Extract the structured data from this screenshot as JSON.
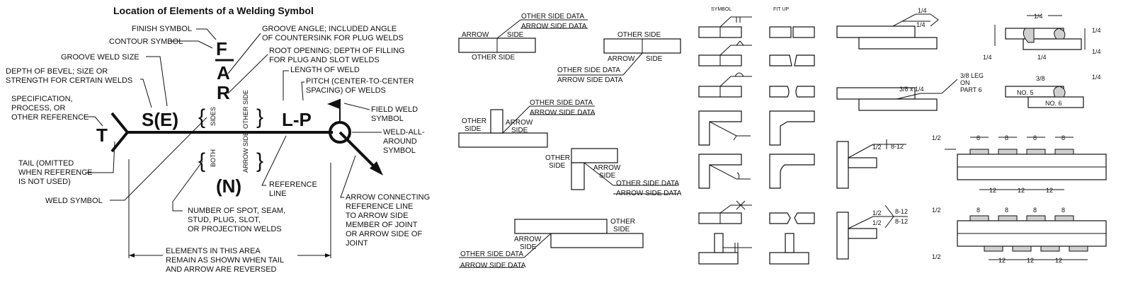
{
  "left": {
    "title": "Location of Elements of a Welding Symbol",
    "finish_symbol": "FINISH SYMBOL",
    "contour_symbol": "CONTOUR SYMBOL",
    "groove_weld_size": "GROOVE WELD SIZE",
    "depth_bevel_1": "DEPTH OF BEVEL; SIZE OR",
    "depth_bevel_2": "STRENGTH FOR CERTAIN WELDS",
    "spec_1": "SPECIFICATION,",
    "spec_2": "PROCESS, OR",
    "spec_3": "OTHER REFERENCE",
    "tail_1": "TAIL (OMITTED",
    "tail_2": "WHEN REFERENCE",
    "tail_3": "IS NOT USED)",
    "weld_symbol": "WELD SYMBOL",
    "groove_angle_1": "GROOVE ANGLE; INCLUDED ANGLE",
    "groove_angle_2": "OF COUNTERSINK FOR PLUG WELDS",
    "root_1": "ROOT OPENING; DEPTH OF FILLING",
    "root_2": "FOR PLUG AND SLOT WELDS",
    "length": "LENGTH OF WELD",
    "pitch_1": "PITCH (CENTER-TO-CENTER",
    "pitch_2": "SPACING) OF WELDS",
    "field_1": "FIELD WELD",
    "field_2": "SYMBOL",
    "wa_1": "WELD-ALL-",
    "wa_2": "AROUND",
    "wa_3": "SYMBOL",
    "ref_1": "REFERENCE",
    "ref_2": "LINE",
    "arrow_1": "ARROW CONNECTING",
    "arrow_2": "REFERENCE LINE",
    "arrow_3": "TO ARROW SIDE",
    "arrow_4": "MEMBER OF JOINT",
    "arrow_5": "OR ARROW SIDE OF",
    "arrow_6": "JOINT",
    "num_1": "NUMBER OF SPOT, SEAM,",
    "num_2": "STUD, PLUG, SLOT,",
    "num_3": "OR PROJECTION WELDS",
    "elem_1": "ELEMENTS IN THIS AREA",
    "elem_2": "REMAIN AS SHOWN WHEN TAIL",
    "elem_3": "AND ARROW ARE REVERSED",
    "letter_F": "F",
    "letter_A": "A",
    "letter_R": "R",
    "letter_T": "T",
    "letter_SE": "S(E)",
    "letter_LP": "L-P",
    "letter_N": "(N)",
    "sides": "SIDES",
    "other_side": "OTHER SIDE",
    "both": "BOTH",
    "arrow_side": "ARROW SIDE"
  },
  "middle": {
    "other_side_data": "OTHER SIDE DATA",
    "arrow_side_data": "ARROW SIDE DATA",
    "arrow": "ARROW",
    "side": "SIDE",
    "other_side": "OTHER SIDE",
    "other": "OTHER"
  },
  "right": {
    "symbol_header": "SYMBOL",
    "fitup_header": "FIT UP",
    "q": "1/4",
    "leg_1": "3/8 LEG",
    "leg_2": "ON",
    "leg_3": "PART 6",
    "size_38x14": "3/8 x 1/4",
    "h": "1/2",
    "pitch_812": "8-12",
    "e": "3/8",
    "no5": "NO. 5",
    "no6": "NO. 6",
    "dim8": "8",
    "dim12": "12"
  }
}
